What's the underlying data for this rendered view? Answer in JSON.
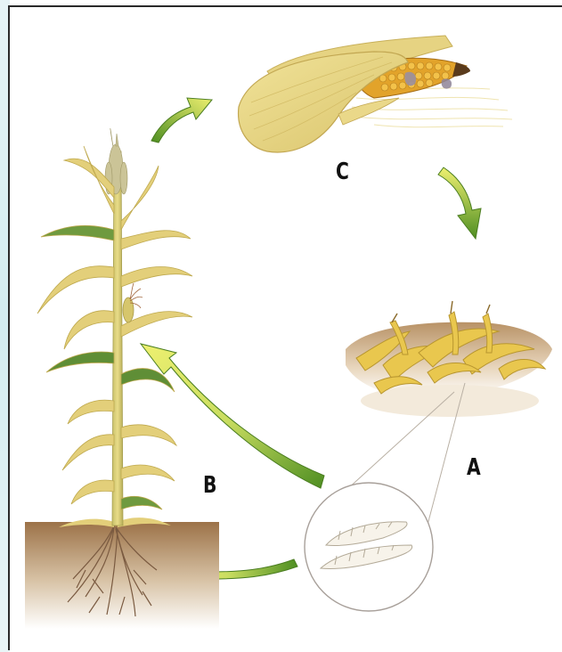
{
  "labels": {
    "a": "A",
    "b": "B",
    "c": "C"
  },
  "colors": {
    "arrow_green": "#5a9a2a",
    "arrow_yellow": "#eef070",
    "leaf_yellow": "#e3cf7a",
    "leaf_green": "#6f9a3f",
    "kernel_orange": "#e0a52a",
    "soil_brown": "#a47a4e",
    "root_brown": "#7a5a40"
  },
  "icons": [
    "corn-plant",
    "corn-ear-with-husk",
    "crop-residue",
    "spore-magnifier",
    "cycle-arrow"
  ]
}
